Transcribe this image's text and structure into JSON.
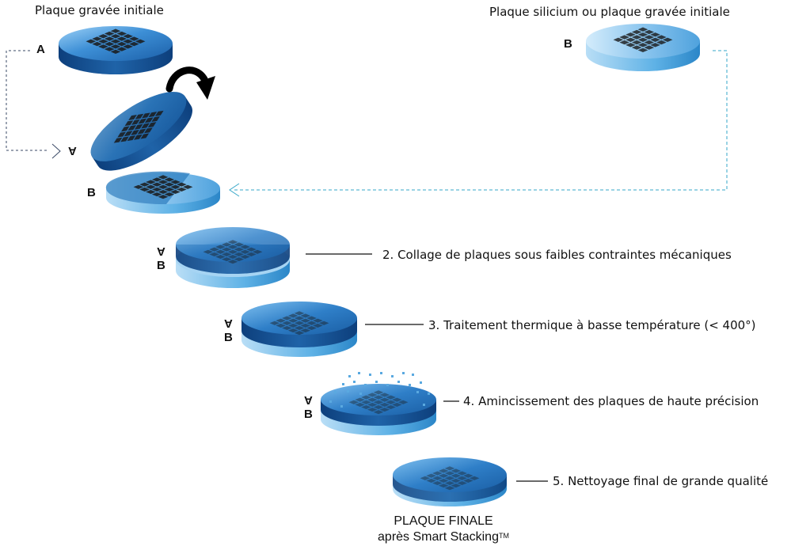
{
  "labels": {
    "wafer_a_title": "Plaque gravée initiale",
    "wafer_b_title": "Plaque silicium ou plaque gravée initiale",
    "tag_a": "A",
    "tag_b": "B"
  },
  "steps": [
    {
      "text": "2. Collage de plaques sous faibles contraintes mécaniques"
    },
    {
      "text": "3. Traitement thermique à basse température (< 400°)"
    },
    {
      "text": "4. Amincissement des plaques de haute précision"
    },
    {
      "text": "5. Nettoyage final de grande qualité"
    }
  ],
  "final": {
    "line1": "PLAQUE FINALE",
    "line2": "après Smart Stacking",
    "tm": "TM"
  },
  "colors": {
    "wafer_top": "#3d8fd6",
    "wafer_edge": "#1f63a8",
    "wafer_light": "#a9d3f3",
    "grid": "#1a1a1a",
    "connector": "#36a7c9"
  }
}
